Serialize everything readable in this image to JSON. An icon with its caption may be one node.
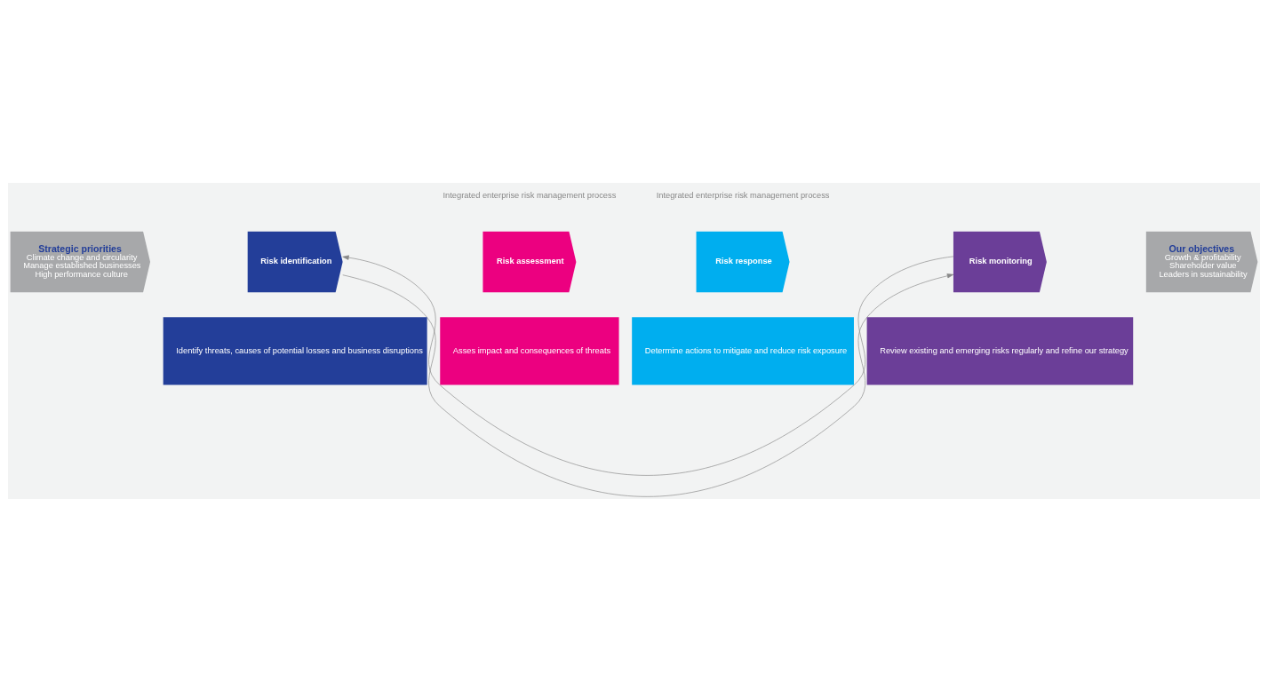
{
  "diagram": {
    "nodes": [
      {
        "text": [
          "Strategic priorities",
          "Climate change and circularity",
          "Manage established businesses",
          "High performance culture"
        ]
      },
      {
        "text": [
          "Risk identification"
        ]
      },
      {
        "text": [
          "Risk assessment"
        ]
      },
      {
        "text": [
          "Risk response"
        ]
      },
      {
        "text": [
          "Risk monitoring"
        ]
      },
      {
        "text": [
          "Our objectives",
          "Growth & profitability",
          "Shareholder value",
          "Leaders in sustainability"
        ]
      },
      {
        "text": [
          "Identify threats, causes of potential losses and business disruptions"
        ]
      },
      {
        "text": [
          "Asses impact and consequences of threats"
        ]
      },
      {
        "text": [
          "Determine actions to mitigate and reduce risk exposure"
        ]
      },
      {
        "text": [
          "Review existing and emerging risks regularly and refine our strategy"
        ]
      }
    ],
    "edges": [
      {
        "from": 1,
        "to": 4,
        "arrow": "to"
      },
      {
        "from": 4,
        "to": 1,
        "arrow": "to"
      }
    ],
    "labels": [
      "Integrated enterprise risk management process",
      "Integrated enterprise risk management process"
    ]
  }
}
